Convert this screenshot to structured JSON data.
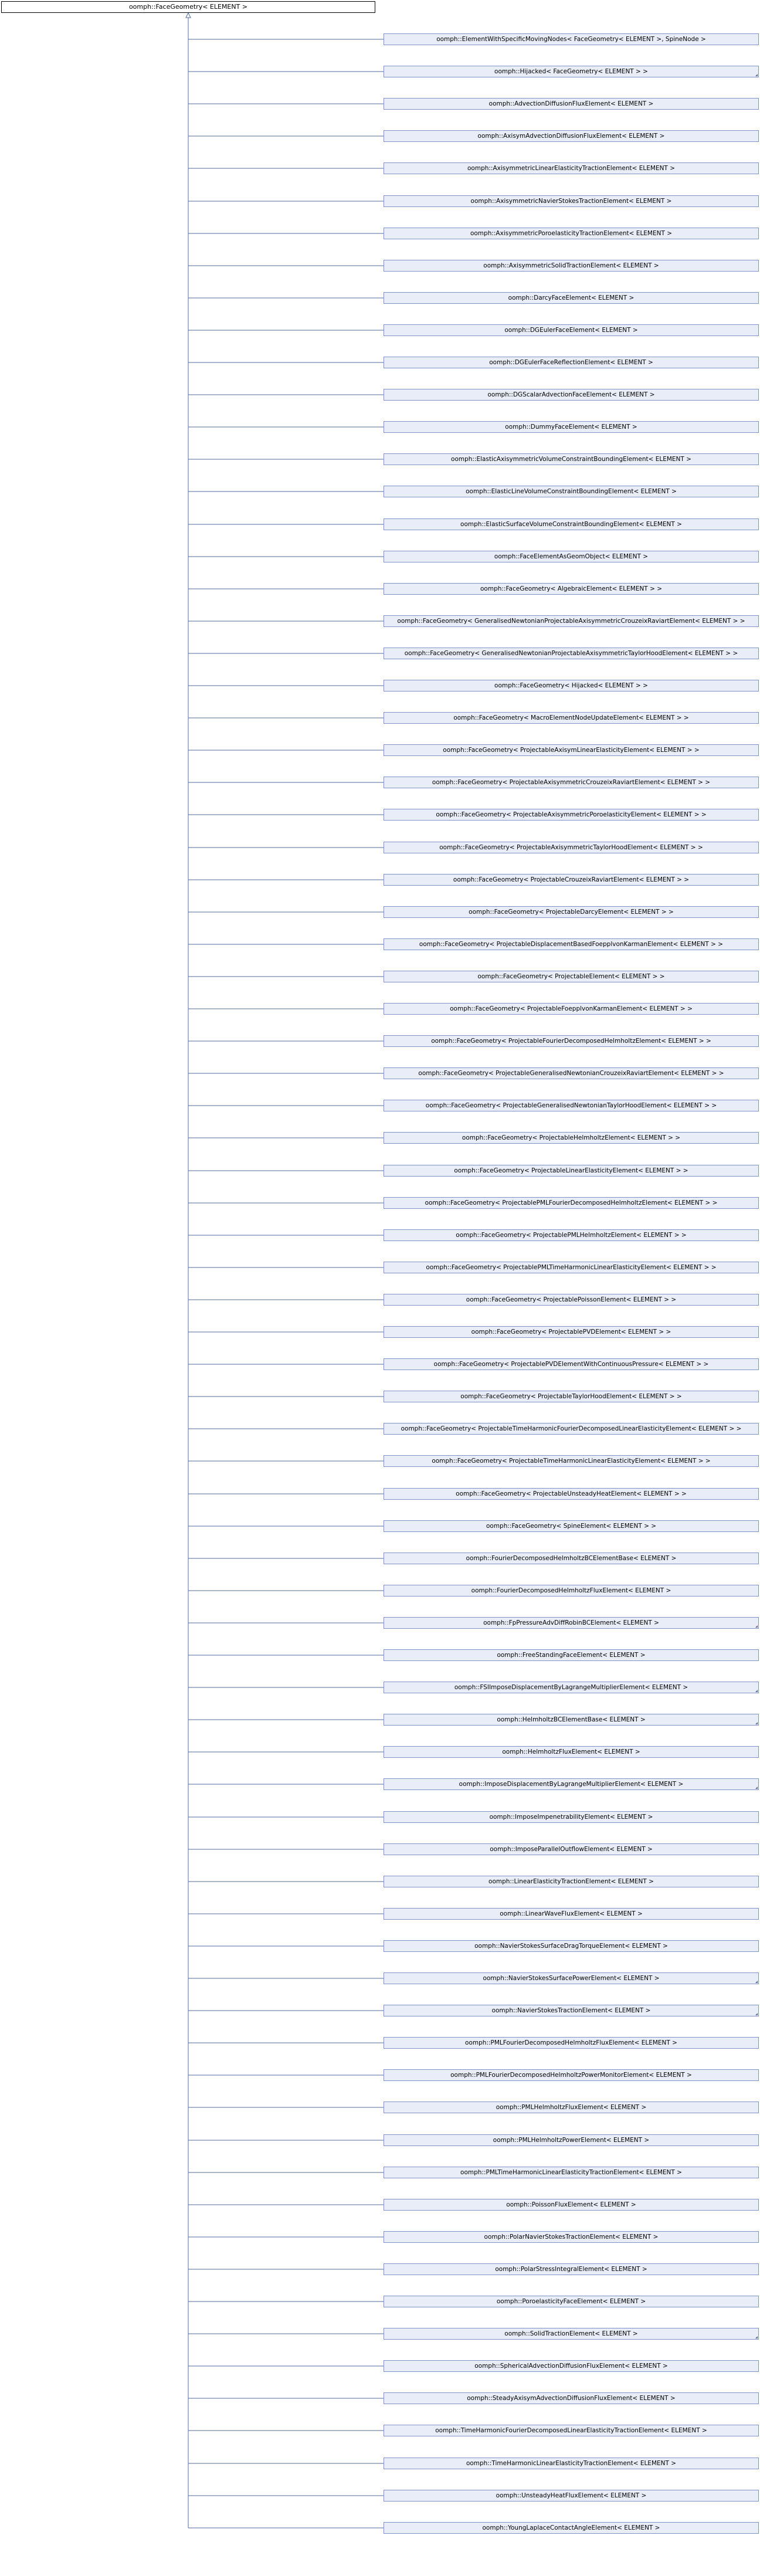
{
  "root": {
    "label": "oomph::FaceGeometry< ELEMENT >"
  },
  "derived": [
    {
      "label": "oomph::ElementWithSpecificMovingNodes< FaceGeometry< ELEMENT >, SpineNode >",
      "more": false
    },
    {
      "label": "oomph::Hijacked< FaceGeometry< ELEMENT > >",
      "more": true
    },
    {
      "label": "oomph::AdvectionDiffusionFluxElement< ELEMENT >",
      "more": false
    },
    {
      "label": "oomph::AxisymAdvectionDiffusionFluxElement< ELEMENT >",
      "more": false
    },
    {
      "label": "oomph::AxisymmetricLinearElasticityTractionElement< ELEMENT >",
      "more": false
    },
    {
      "label": "oomph::AxisymmetricNavierStokesTractionElement< ELEMENT >",
      "more": false
    },
    {
      "label": "oomph::AxisymmetricPoroelasticityTractionElement< ELEMENT >",
      "more": false
    },
    {
      "label": "oomph::AxisymmetricSolidTractionElement< ELEMENT >",
      "more": false
    },
    {
      "label": "oomph::DarcyFaceElement< ELEMENT >",
      "more": false
    },
    {
      "label": "oomph::DGEulerFaceElement< ELEMENT >",
      "more": false
    },
    {
      "label": "oomph::DGEulerFaceReflectionElement< ELEMENT >",
      "more": false
    },
    {
      "label": "oomph::DGScalarAdvectionFaceElement< ELEMENT >",
      "more": false
    },
    {
      "label": "oomph::DummyFaceElement< ELEMENT >",
      "more": false
    },
    {
      "label": "oomph::ElasticAxisymmetricVolumeConstraintBoundingElement< ELEMENT >",
      "more": false
    },
    {
      "label": "oomph::ElasticLineVolumeConstraintBoundingElement< ELEMENT >",
      "more": false
    },
    {
      "label": "oomph::ElasticSurfaceVolumeConstraintBoundingElement< ELEMENT >",
      "more": false
    },
    {
      "label": "oomph::FaceElementAsGeomObject< ELEMENT >",
      "more": false
    },
    {
      "label": "oomph::FaceGeometry< AlgebraicElement< ELEMENT > >",
      "more": false
    },
    {
      "label": "oomph::FaceGeometry< GeneralisedNewtonianProjectableAxisymmetricCrouzeixRaviartElement< ELEMENT > >",
      "more": false
    },
    {
      "label": "oomph::FaceGeometry< GeneralisedNewtonianProjectableAxisymmetricTaylorHoodElement< ELEMENT > >",
      "more": false
    },
    {
      "label": "oomph::FaceGeometry< Hijacked< ELEMENT > >",
      "more": false
    },
    {
      "label": "oomph::FaceGeometry< MacroElementNodeUpdateElement< ELEMENT > >",
      "more": false
    },
    {
      "label": "oomph::FaceGeometry< ProjectableAxisymLinearElasticityElement< ELEMENT > >",
      "more": false
    },
    {
      "label": "oomph::FaceGeometry< ProjectableAxisymmetricCrouzeixRaviartElement< ELEMENT > >",
      "more": false
    },
    {
      "label": "oomph::FaceGeometry< ProjectableAxisymmetricPoroelasticityElement< ELEMENT > >",
      "more": false
    },
    {
      "label": "oomph::FaceGeometry< ProjectableAxisymmetricTaylorHoodElement< ELEMENT > >",
      "more": false
    },
    {
      "label": "oomph::FaceGeometry< ProjectableCrouzeixRaviartElement< ELEMENT > >",
      "more": false
    },
    {
      "label": "oomph::FaceGeometry< ProjectableDarcyElement< ELEMENT > >",
      "more": false
    },
    {
      "label": "oomph::FaceGeometry< ProjectableDisplacementBasedFoepplvonKarmanElement< ELEMENT > >",
      "more": false
    },
    {
      "label": "oomph::FaceGeometry< ProjectableElement< ELEMENT > >",
      "more": false
    },
    {
      "label": "oomph::FaceGeometry< ProjectableFoepplvonKarmanElement< ELEMENT > >",
      "more": false
    },
    {
      "label": "oomph::FaceGeometry< ProjectableFourierDecomposedHelmholtzElement< ELEMENT > >",
      "more": false
    },
    {
      "label": "oomph::FaceGeometry< ProjectableGeneralisedNewtonianCrouzeixRaviartElement< ELEMENT > >",
      "more": false
    },
    {
      "label": "oomph::FaceGeometry< ProjectableGeneralisedNewtonianTaylorHoodElement< ELEMENT > >",
      "more": false
    },
    {
      "label": "oomph::FaceGeometry< ProjectableHelmholtzElement< ELEMENT > >",
      "more": false
    },
    {
      "label": "oomph::FaceGeometry< ProjectableLinearElasticityElement< ELEMENT > >",
      "more": false
    },
    {
      "label": "oomph::FaceGeometry< ProjectablePMLFourierDecomposedHelmholtzElement< ELEMENT > >",
      "more": false
    },
    {
      "label": "oomph::FaceGeometry< ProjectablePMLHelmholtzElement< ELEMENT > >",
      "more": false
    },
    {
      "label": "oomph::FaceGeometry< ProjectablePMLTimeHarmonicLinearElasticityElement< ELEMENT > >",
      "more": false
    },
    {
      "label": "oomph::FaceGeometry< ProjectablePoissonElement< ELEMENT > >",
      "more": false
    },
    {
      "label": "oomph::FaceGeometry< ProjectablePVDElement< ELEMENT > >",
      "more": false
    },
    {
      "label": "oomph::FaceGeometry< ProjectablePVDElementWithContinuousPressure< ELEMENT > >",
      "more": false
    },
    {
      "label": "oomph::FaceGeometry< ProjectableTaylorHoodElement< ELEMENT > >",
      "more": false
    },
    {
      "label": "oomph::FaceGeometry< ProjectableTimeHarmonicFourierDecomposedLinearElasticityElement< ELEMENT > >",
      "more": false
    },
    {
      "label": "oomph::FaceGeometry< ProjectableTimeHarmonicLinearElasticityElement< ELEMENT > >",
      "more": false
    },
    {
      "label": "oomph::FaceGeometry< ProjectableUnsteadyHeatElement< ELEMENT > >",
      "more": false
    },
    {
      "label": "oomph::FaceGeometry< SpineElement< ELEMENT > >",
      "more": false
    },
    {
      "label": "oomph::FourierDecomposedHelmholtzBCElementBase< ELEMENT >",
      "more": false
    },
    {
      "label": "oomph::FourierDecomposedHelmholtzFluxElement< ELEMENT >",
      "more": false
    },
    {
      "label": "oomph::FpPressureAdvDiffRobinBCElement< ELEMENT >",
      "more": true
    },
    {
      "label": "oomph::FreeStandingFaceElement< ELEMENT >",
      "more": false
    },
    {
      "label": "oomph::FSIImposeDisplacementByLagrangeMultiplierElement< ELEMENT >",
      "more": true
    },
    {
      "label": "oomph::HelmholtzBCElementBase< ELEMENT >",
      "more": true
    },
    {
      "label": "oomph::HelmholtzFluxElement< ELEMENT >",
      "more": false
    },
    {
      "label": "oomph::ImposeDisplacementByLagrangeMultiplierElement< ELEMENT >",
      "more": true
    },
    {
      "label": "oomph::ImposeImpenetrabilityElement< ELEMENT >",
      "more": false
    },
    {
      "label": "oomph::ImposeParallelOutflowElement< ELEMENT >",
      "more": false
    },
    {
      "label": "oomph::LinearElasticityTractionElement< ELEMENT >",
      "more": false
    },
    {
      "label": "oomph::LinearWaveFluxElement< ELEMENT >",
      "more": false
    },
    {
      "label": "oomph::NavierStokesSurfaceDragTorqueElement< ELEMENT >",
      "more": false
    },
    {
      "label": "oomph::NavierStokesSurfacePowerElement< ELEMENT >",
      "more": true
    },
    {
      "label": "oomph::NavierStokesTractionElement< ELEMENT >",
      "more": true
    },
    {
      "label": "oomph::PMLFourierDecomposedHelmholtzFluxElement< ELEMENT >",
      "more": false
    },
    {
      "label": "oomph::PMLFourierDecomposedHelmholtzPowerMonitorElement< ELEMENT >",
      "more": false
    },
    {
      "label": "oomph::PMLHelmholtzFluxElement< ELEMENT >",
      "more": false
    },
    {
      "label": "oomph::PMLHelmholtzPowerElement< ELEMENT >",
      "more": false
    },
    {
      "label": "oomph::PMLTimeHarmonicLinearElasticityTractionElement< ELEMENT >",
      "more": false
    },
    {
      "label": "oomph::PoissonFluxElement< ELEMENT >",
      "more": false
    },
    {
      "label": "oomph::PolarNavierStokesTractionElement< ELEMENT >",
      "more": false
    },
    {
      "label": "oomph::PolarStressIntegralElement< ELEMENT >",
      "more": false
    },
    {
      "label": "oomph::PoroelasticityFaceElement< ELEMENT >",
      "more": false
    },
    {
      "label": "oomph::SolidTractionElement< ELEMENT >",
      "more": true
    },
    {
      "label": "oomph::SphericalAdvectionDiffusionFluxElement< ELEMENT >",
      "more": false
    },
    {
      "label": "oomph::SteadyAxisymAdvectionDiffusionFluxElement< ELEMENT >",
      "more": false
    },
    {
      "label": "oomph::TimeHarmonicFourierDecomposedLinearElasticityTractionElement< ELEMENT >",
      "more": false
    },
    {
      "label": "oomph::TimeHarmonicLinearElasticityTractionElement< ELEMENT >",
      "more": false
    },
    {
      "label": "oomph::UnsteadyHeatFluxElement< ELEMENT >",
      "more": false
    },
    {
      "label": "oomph::YoungLaplaceContactAngleElement< ELEMENT >",
      "more": false
    }
  ]
}
